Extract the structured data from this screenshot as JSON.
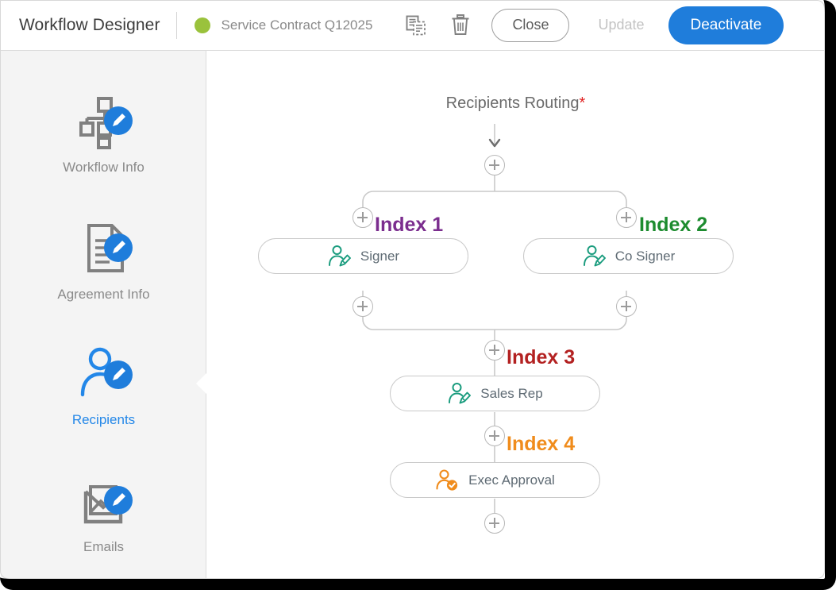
{
  "header": {
    "app_title": "Workflow Designer",
    "status_dot_color": "#9ac23c",
    "document_name": "Service Contract Q12025",
    "copy_icon": "copy-duplicate-icon",
    "delete_icon": "trash-icon",
    "close_label": "Close",
    "update_label": "Update",
    "deactivate_label": "Deactivate",
    "deactivate_color": "#1f7ddb"
  },
  "sidebar": {
    "items": [
      {
        "label": "Workflow Info",
        "icon": "workflow-hierarchy-edit-icon",
        "active": false
      },
      {
        "label": "Agreement Info",
        "icon": "document-edit-icon",
        "active": false
      },
      {
        "label": "Recipients",
        "icon": "person-edit-icon",
        "active": true
      },
      {
        "label": "Emails",
        "icon": "email-image-edit-icon",
        "active": false
      }
    ],
    "active_color": "#2387e8",
    "inactive_color": "#8a8a8a"
  },
  "canvas": {
    "title": "Recipients Routing",
    "required_marker": "*",
    "start_arrow_icon": "arrow-down-icon",
    "nodes": [
      {
        "index_label": "Index 1",
        "index_color": "#7b2d8e",
        "role": "Signer",
        "icon": "signer-pen-icon",
        "icon_color": "#1a9c7e"
      },
      {
        "index_label": "Index 2",
        "index_color": "#1d8c2f",
        "role": "Co Signer",
        "icon": "signer-pen-icon",
        "icon_color": "#1a9c7e"
      },
      {
        "index_label": "Index 3",
        "index_color": "#b32121",
        "role": "Sales Rep",
        "icon": "signer-pen-icon",
        "icon_color": "#1a9c7e"
      },
      {
        "index_label": "Index 4",
        "index_color": "#f08c1c",
        "role": "Exec Approval",
        "icon": "approver-check-icon",
        "icon_color": "#f08c1c"
      }
    ],
    "add_node_icon": "plus-circle-icon",
    "add_node_count": 8
  }
}
